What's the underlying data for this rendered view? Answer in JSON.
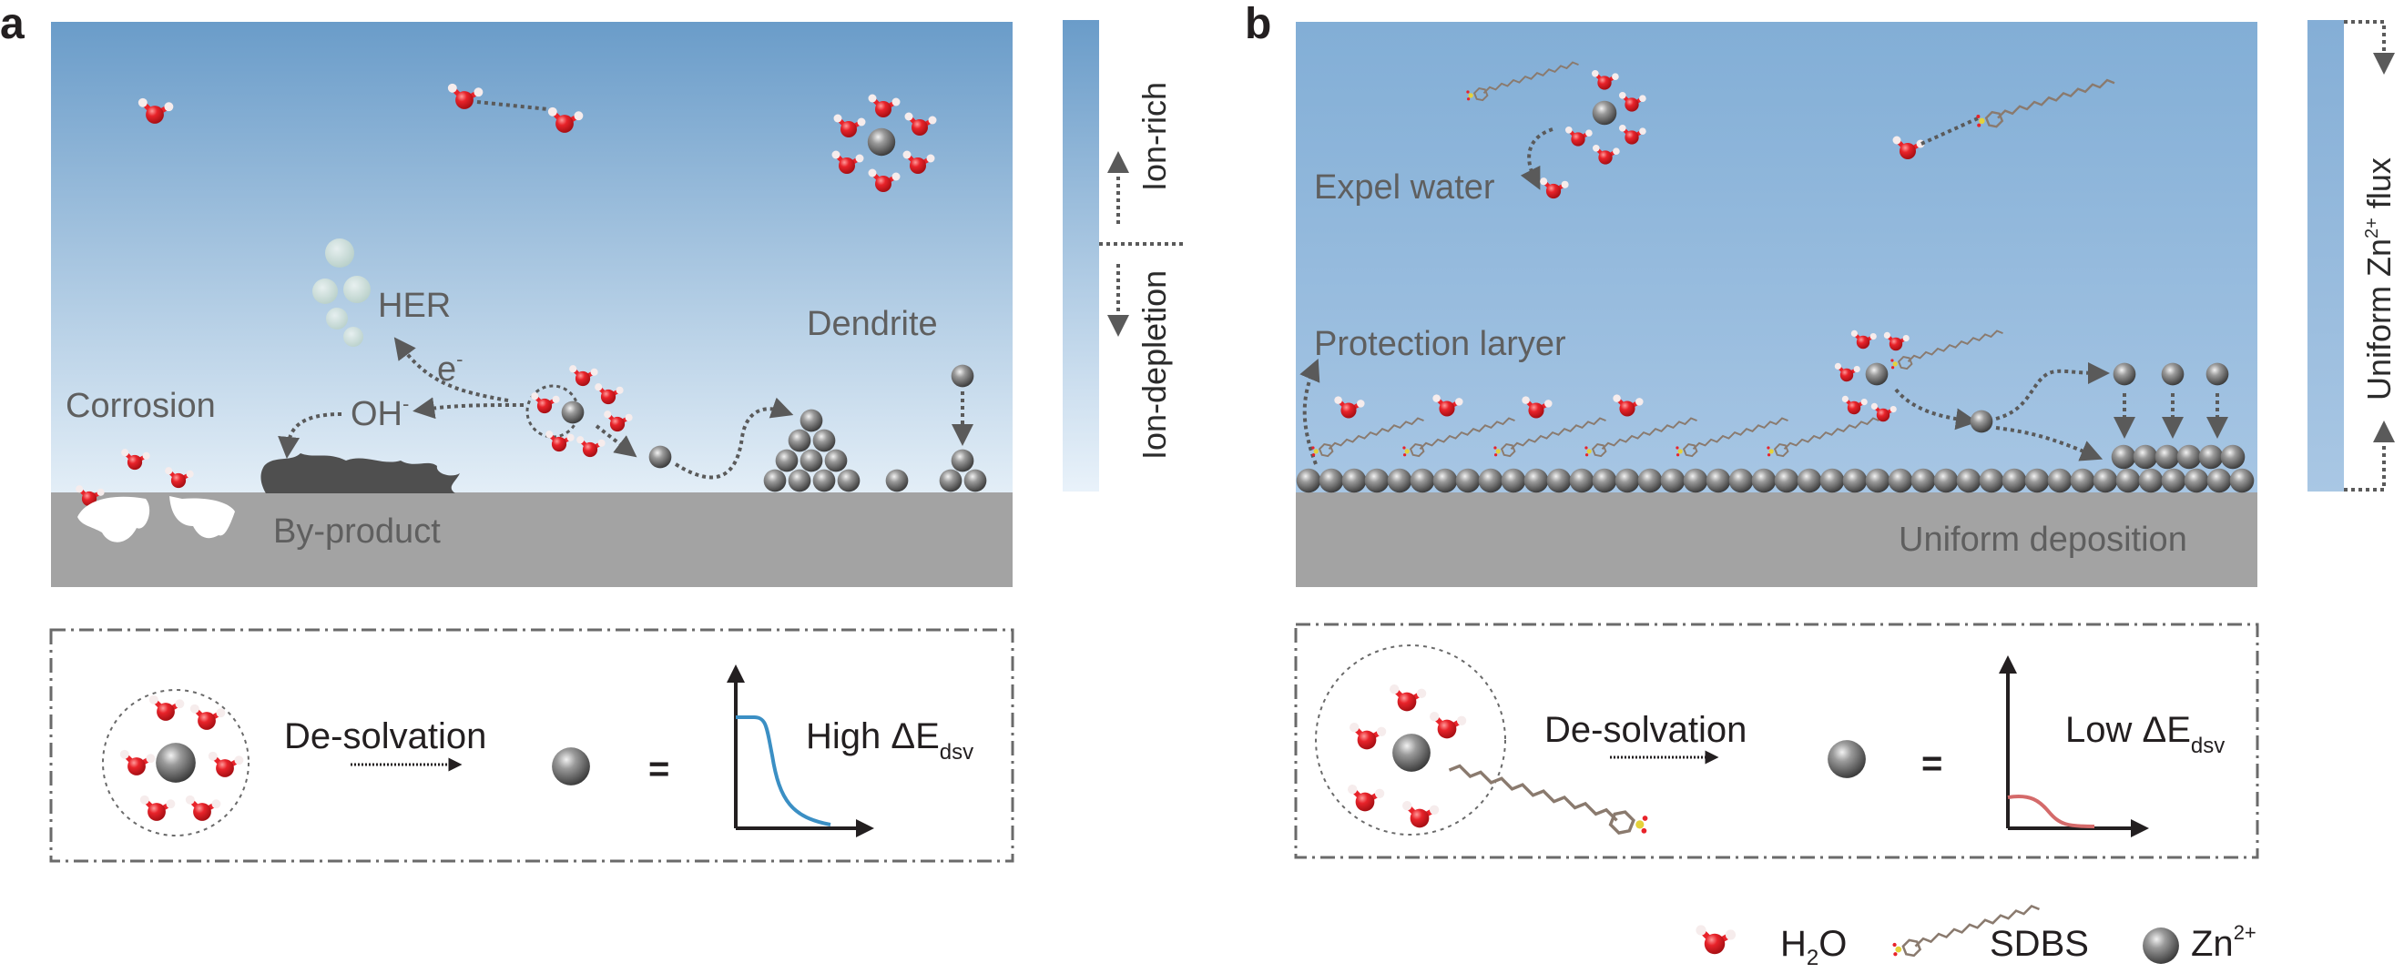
{
  "figure": {
    "panels": [
      {
        "letter": "a",
        "labels": {
          "her": "HER",
          "electron": "e",
          "electron_sup": "-",
          "hydroxide": "OH",
          "hydroxide_sup": "-",
          "corrosion": "Corrosion",
          "byproduct": "By-product",
          "dendrite": "Dendrite"
        },
        "side_bar": {
          "top_label": "Ion-rich",
          "bottom_label": "Ion-depletion",
          "color_top": "#6a9cc9",
          "color_bottom": "#e6f0f8"
        },
        "box": {
          "process": "De-solvation",
          "equals": "=",
          "energy_label": "High ΔE",
          "energy_sub": "dsv",
          "curve_color": "#3b8fc4"
        }
      },
      {
        "letter": "b",
        "labels": {
          "expel": "Expel water",
          "protection": "Protection laryer",
          "uniform_deposition": "Uniform deposition"
        },
        "side_bar": {
          "label": "Uniform Zn",
          "label_sup": "2+",
          "label_end": " flux",
          "color": "#85afd6"
        },
        "box": {
          "process": "De-solvation",
          "equals": "=",
          "energy_label": "Low ΔE",
          "energy_sub": "dsv",
          "curve_color": "#d46a6a"
        }
      }
    ],
    "legend": {
      "items": [
        {
          "label": "H",
          "sub": "2",
          "label_end": "O",
          "icon": "water-molecule-icon"
        },
        {
          "label": "SDBS",
          "icon": "sdbs-molecule-icon"
        },
        {
          "label": "Zn",
          "sup": "2+",
          "icon": "zinc-ion-icon"
        }
      ]
    },
    "colors": {
      "electrolyte_top_a": "#6a9cc9",
      "electrolyte_bottom_a": "#e3eef7",
      "electrolyte_b": "#87b0d8",
      "electrode": "#a3a3a3",
      "oxygen": "#e8232a",
      "hydrogen": "#f4e6e6",
      "zinc": "#7a7a7a",
      "byproduct": "#4f4f4f"
    }
  }
}
